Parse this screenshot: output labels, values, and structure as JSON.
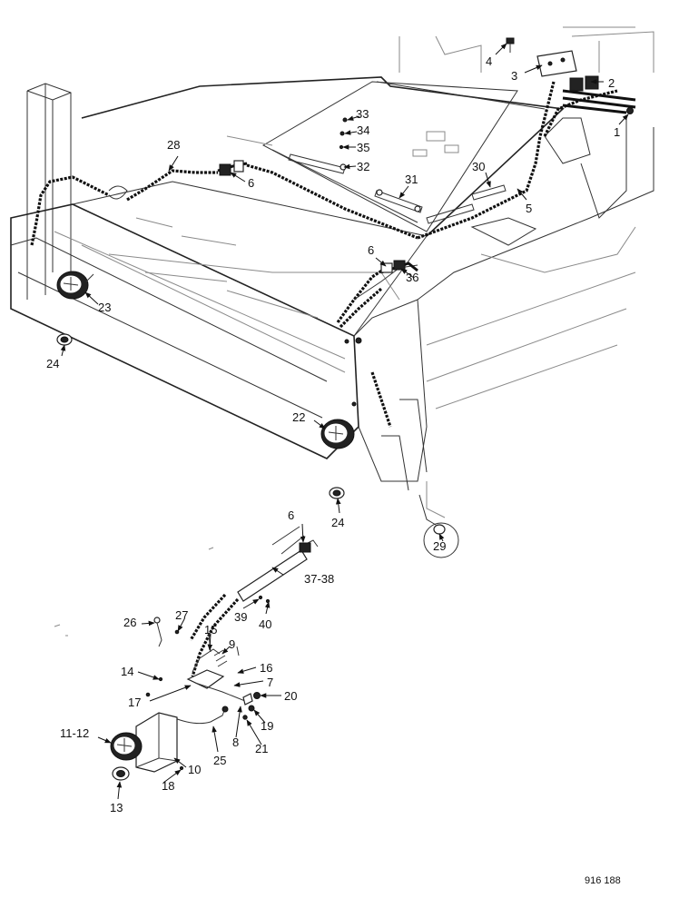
{
  "figure": {
    "ref_number": "916 188",
    "callouts": {
      "c1": "1",
      "c2": "2",
      "c3": "3",
      "c4": "4",
      "c5": "5",
      "c6a": "6",
      "c6b": "6",
      "c6c": "6",
      "c7": "7",
      "c8": "8",
      "c9": "9",
      "c10": "10",
      "c11_12": "11-12",
      "c13": "13",
      "c14": "14",
      "c15": "15",
      "c16": "16",
      "c17": "17",
      "c18": "18",
      "c19": "19",
      "c20": "20",
      "c21": "21",
      "c22": "22",
      "c23": "23",
      "c24a": "24",
      "c24b": "24",
      "c25": "25",
      "c26": "26",
      "c27": "27",
      "c28": "28",
      "c29": "29",
      "c30": "30",
      "c31": "31",
      "c32": "32",
      "c33": "33",
      "c34": "34",
      "c35": "35",
      "c36": "36",
      "c37_38": "37-38",
      "c39": "39",
      "c40": "40"
    }
  }
}
